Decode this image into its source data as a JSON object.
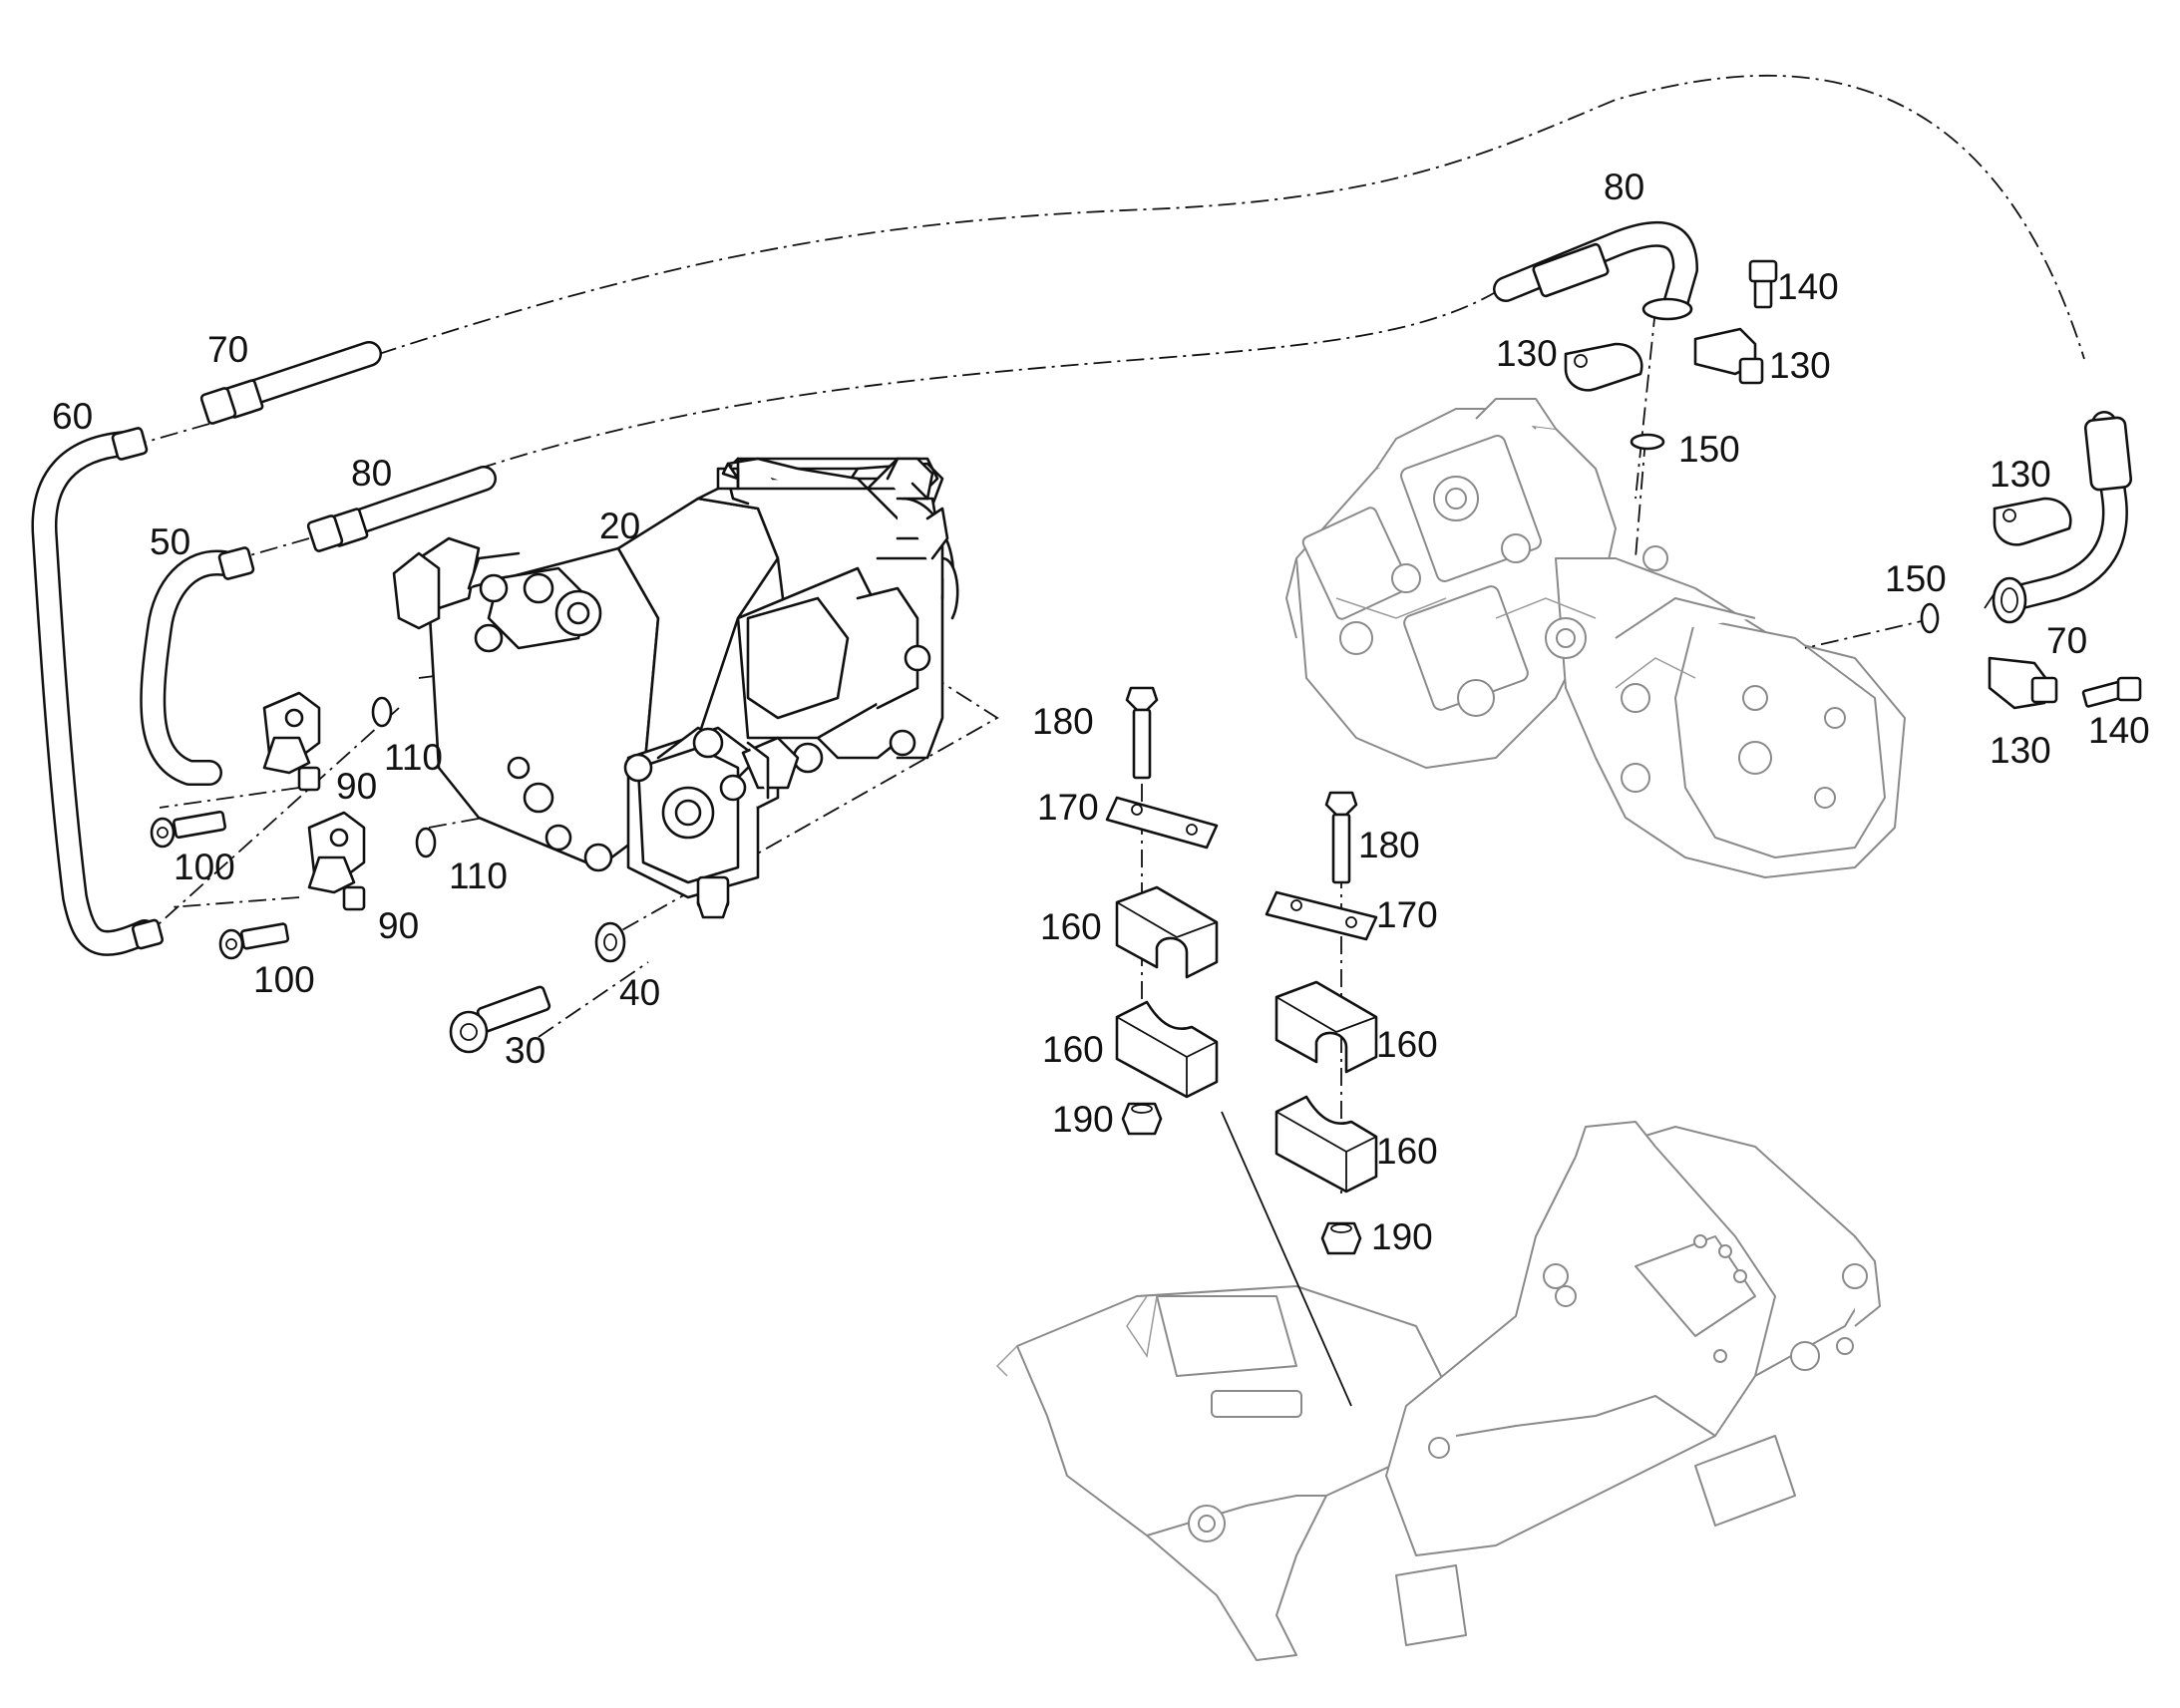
{
  "callouts": {
    "c20": "20",
    "c30": "30",
    "c40": "40",
    "c50": "50",
    "c60": "60",
    "c70a": "70",
    "c70b": "70",
    "c80a": "80",
    "c80b": "80",
    "c90a": "90",
    "c90b": "90",
    "c100a": "100",
    "c100b": "100",
    "c110a": "110",
    "c110b": "110",
    "c130a": "130",
    "c130b": "130",
    "c130c": "130",
    "c130d": "130",
    "c140a": "140",
    "c140b": "140",
    "c150a": "150",
    "c150b": "150",
    "c160a": "160",
    "c160b": "160",
    "c160c": "160",
    "c160d": "160",
    "c170a": "170",
    "c170b": "170",
    "c180a": "180",
    "c180b": "180",
    "c190a": "190",
    "c190b": "190"
  },
  "colors": {
    "line": "#111111",
    "ghost": "#8a8a8a",
    "background": "#ffffff"
  }
}
